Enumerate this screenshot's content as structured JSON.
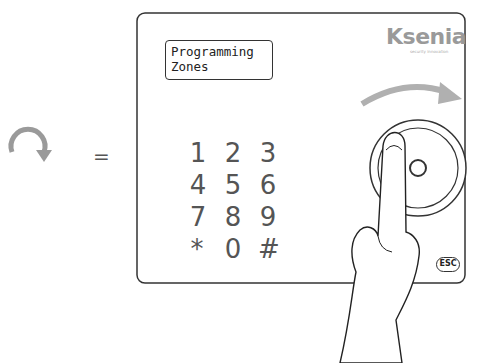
{
  "diagram": {
    "nodes": [
      {
        "text": [
          "Programming Zones"
        ]
      },
      {
        "text": [
          "ESC"
        ]
      }
    ],
    "labels": [
      "=",
      "Ksenia",
      "security innovation",
      "1",
      "2",
      "3",
      "4",
      "5",
      "6",
      "7",
      "8",
      "9",
      "*",
      "0",
      "#"
    ]
  }
}
